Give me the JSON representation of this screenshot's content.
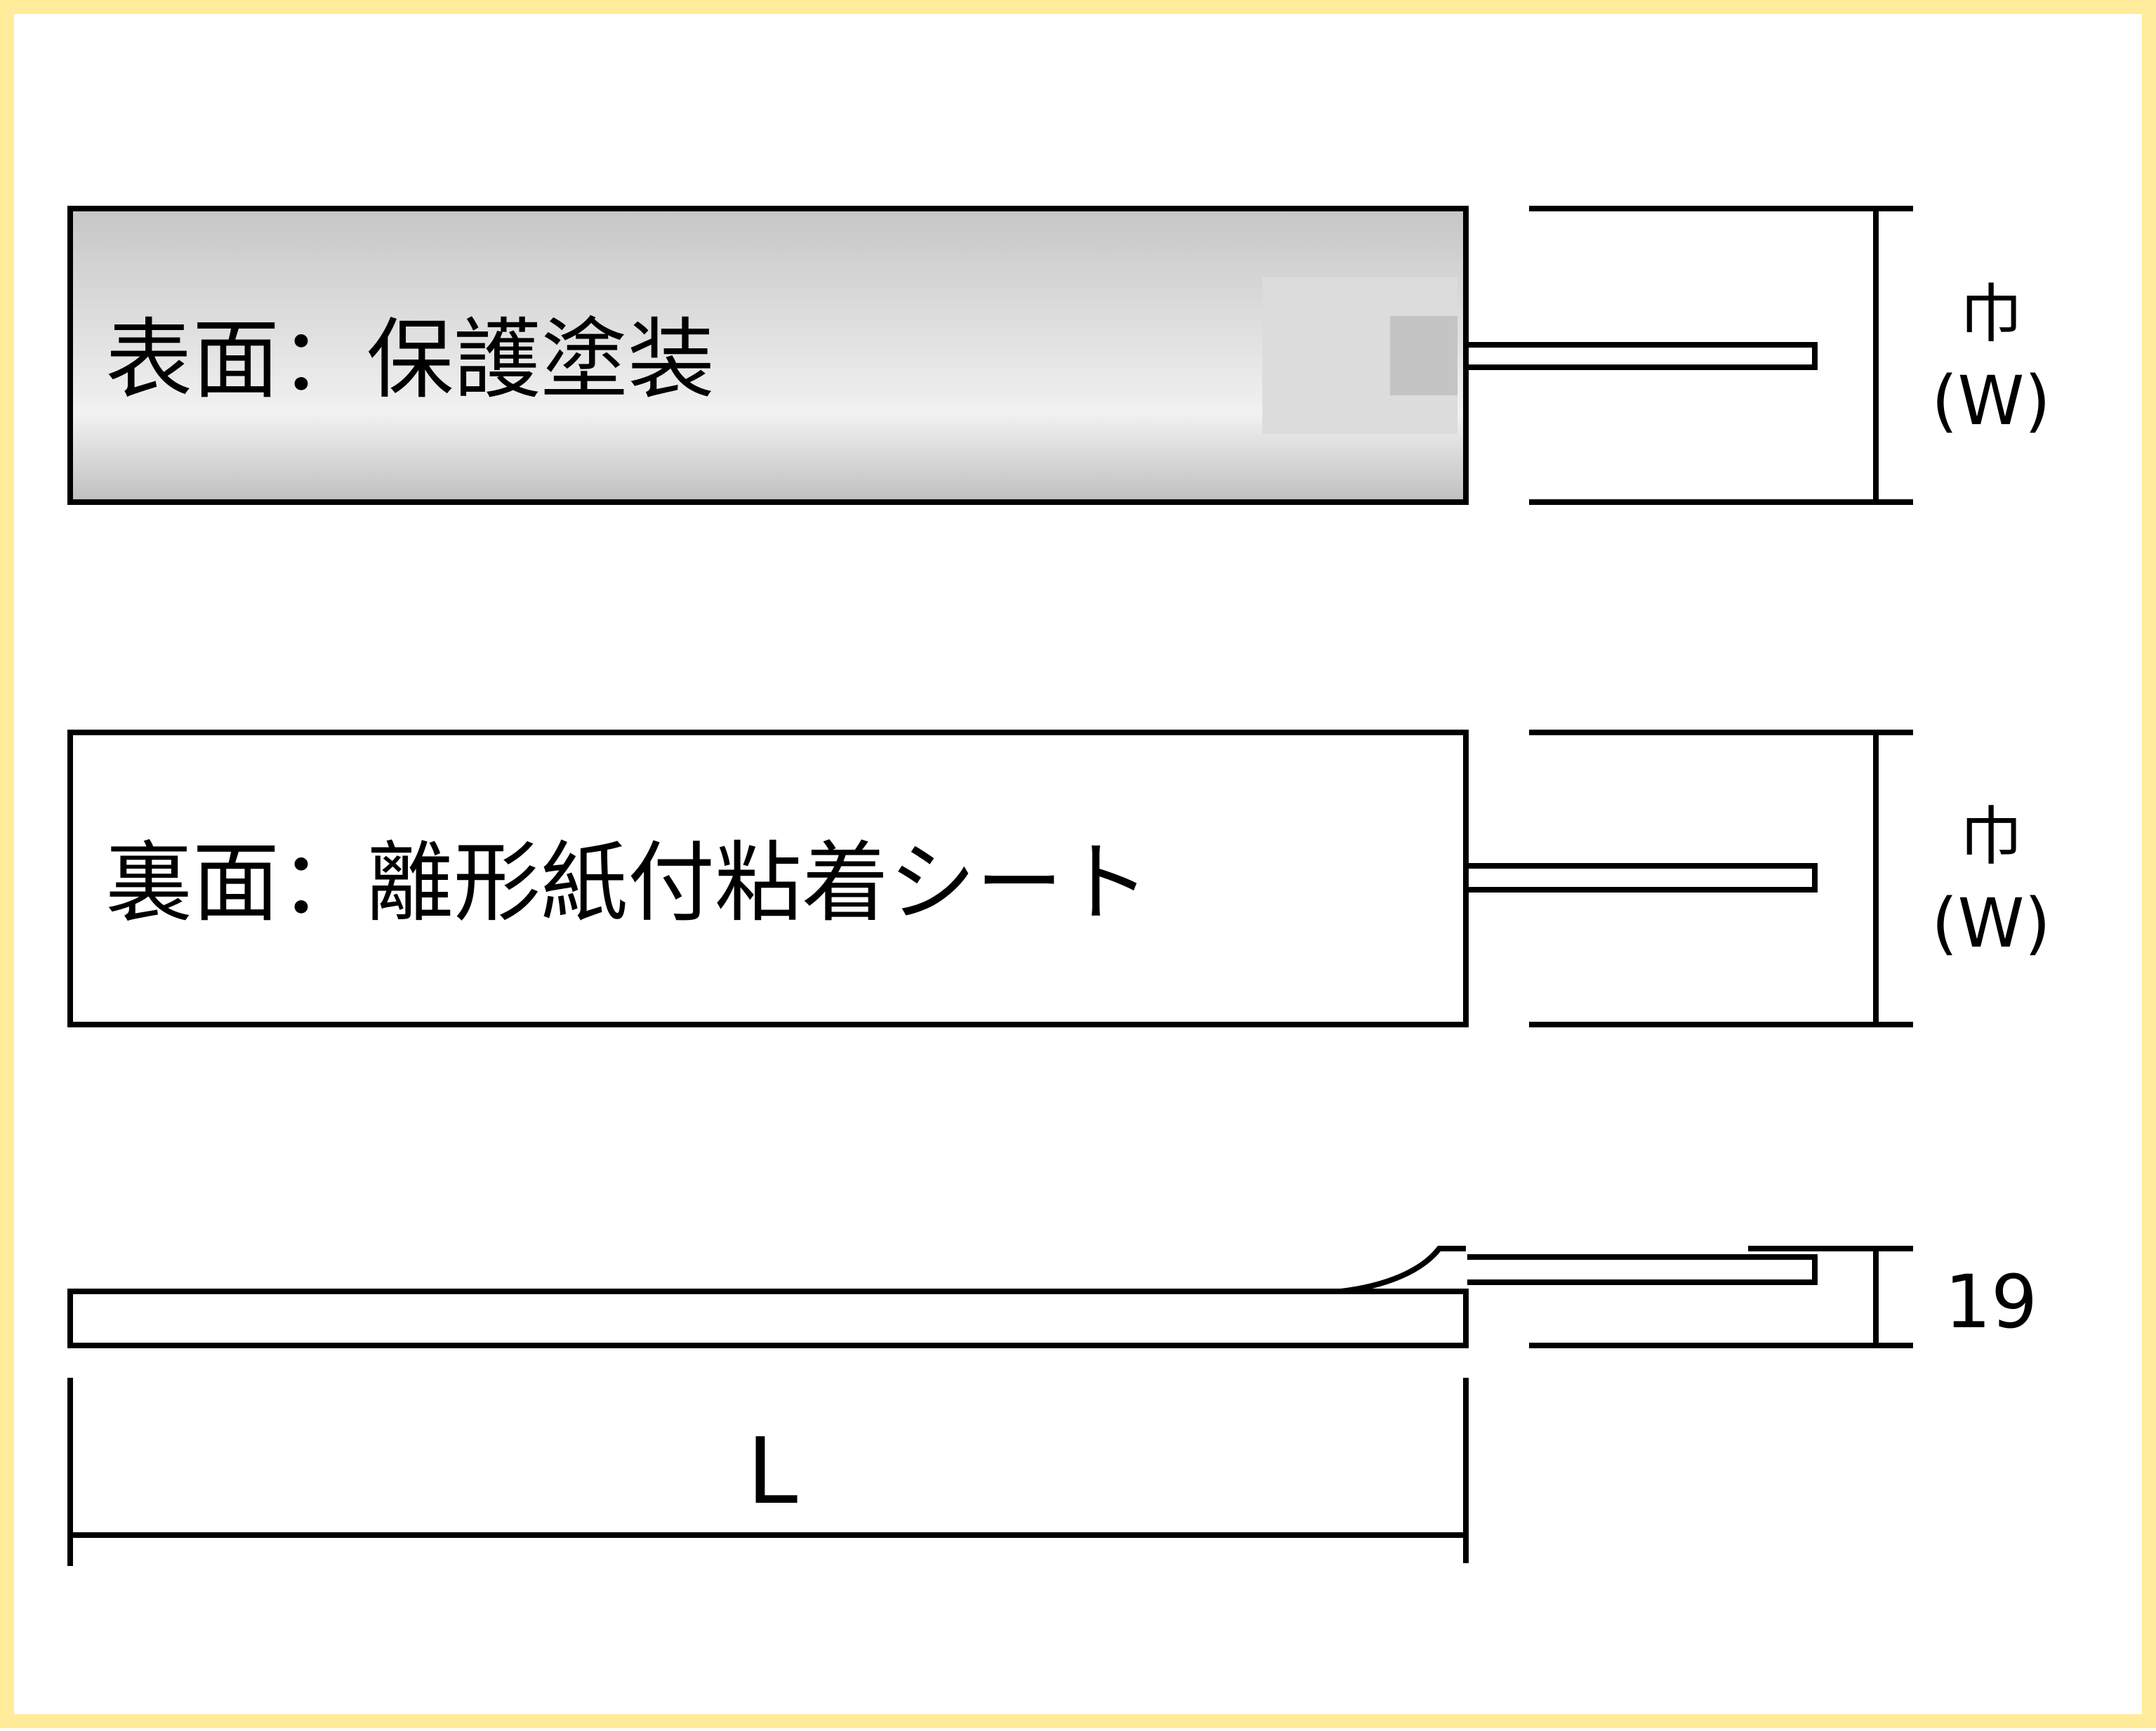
{
  "front": {
    "label": "表面：保護塗装",
    "width_label_line1": "巾",
    "width_label_line2": "(W)"
  },
  "back": {
    "label": "裏面：離形紙付粘着シート",
    "width_label_line1": "巾",
    "width_label_line2": "(W)"
  },
  "side": {
    "thickness_label": "19",
    "length_label": "L"
  },
  "colors": {
    "border": "#ffeb99",
    "stroke": "#000000",
    "coating_gradient": [
      "#c6c6c6",
      "#f1f1f1",
      "#c0c0c0"
    ]
  }
}
